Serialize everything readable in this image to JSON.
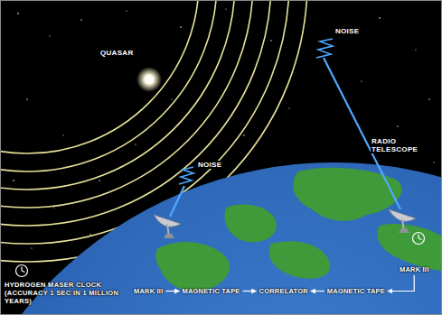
{
  "diagram": {
    "nodes": [
      {
        "text": [
          "MARK III"
        ]
      },
      {
        "text": [
          "MAGNETIC TAPE"
        ]
      },
      {
        "text": [
          "CORRELATOR"
        ]
      },
      {
        "text": [
          "MAGNETIC TAPE"
        ]
      },
      {
        "text": [
          "MARK III"
        ]
      }
    ],
    "edges": [
      {
        "from": 0,
        "to": 1,
        "arrow": "to"
      },
      {
        "from": 1,
        "to": 2,
        "arrow": "to"
      },
      {
        "from": 3,
        "to": 2,
        "arrow": "to"
      },
      {
        "from": 4,
        "to": 3,
        "arrow": "to"
      }
    ],
    "labels": [
      "QUASAR",
      "NOISE",
      "NOISE",
      "RADIO TELESCOPE",
      "HYDROGEN MASER CLOCK (ACCURACY 1 SEC IN 1 MILLION YEARS)"
    ]
  }
}
